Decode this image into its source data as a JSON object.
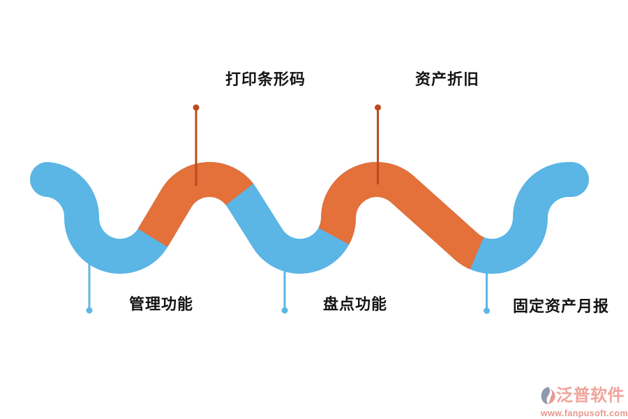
{
  "diagram": {
    "top_labels": [
      {
        "label": "打印条形码"
      },
      {
        "label": "资产折旧"
      }
    ],
    "bottom_labels": [
      {
        "label": "管理功能"
      },
      {
        "label": "盘点功能"
      },
      {
        "label": "固定资产月报"
      }
    ],
    "colors": {
      "wave_blue": "#5BB5E5",
      "wave_orange": "#E4703A",
      "pin_orange": "#BC4A1D",
      "pin_blue": "#5CB6E6",
      "label_text": "#141414"
    },
    "orange_segment_fractions": [
      [
        0.207,
        0.367
      ],
      [
        0.542,
        0.815
      ]
    ]
  },
  "watermark": {
    "brand": "泛普软件",
    "url": "www.fanpusoft.com",
    "brand_color": "#EFA49B",
    "url_color": "#E8978C",
    "icon_gray": "#8E99A9",
    "icon_pink": "#E59A90"
  }
}
